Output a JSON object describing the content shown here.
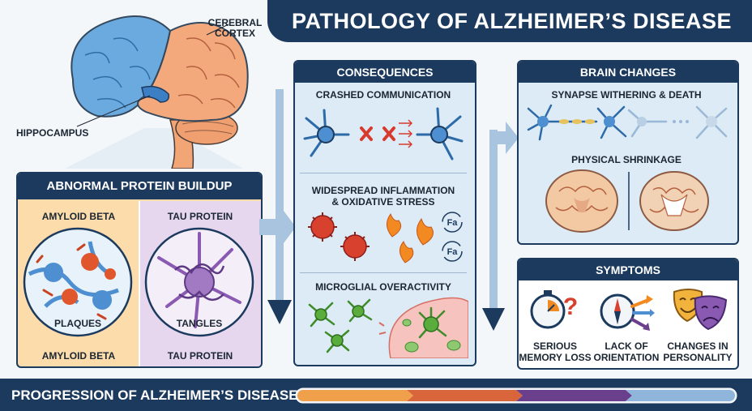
{
  "title": "PATHOLOGY OF ALZHEIMER’S DISEASE",
  "brain_labels": {
    "cortex_line1": "CEREBRAL",
    "cortex_line2": "CORTEX",
    "hippocampus": "HIPPOCAMPUS"
  },
  "protein_panel": {
    "heading": "ABNORMAL PROTEIN BUILDUP",
    "amyloid": {
      "top": "AMYLOID BETA",
      "inner": "PLAQUES",
      "bottom": "AMYLOID BETA"
    },
    "tau": {
      "top": "TAU PROTEIN",
      "inner": "TANGLES",
      "bottom": "TAU PROTEIN"
    }
  },
  "consequences": {
    "heading": "CONSEQUENCES",
    "items": [
      {
        "line1": "CRASHED COMMUNICATION",
        "line2": ""
      },
      {
        "line1": "WIDESPREAD INFLAMMATION",
        "line2": "& OXIDATIVE STRESS"
      },
      {
        "line1": "MICROGLIAL OVERACTIVITY",
        "line2": ""
      }
    ],
    "fa_label": "Fa"
  },
  "brain_changes": {
    "heading": "BRAIN CHANGES",
    "items": [
      "SYNAPSE WITHERING & DEATH",
      "PHYSICAL SHRINKAGE"
    ]
  },
  "symptoms": {
    "heading": "SYMPTOMS",
    "items": [
      {
        "line1": "SERIOUS",
        "line2": "MEMORY LOSS",
        "icon": "stopwatch-question-icon"
      },
      {
        "line1": "LACK OF",
        "line2": "ORIENTATION",
        "icon": "compass-arrows-icon"
      },
      {
        "line1": "CHANGES IN",
        "line2": "PERSONALITY",
        "icon": "theater-masks-icon"
      }
    ]
  },
  "progression": {
    "label": "PROGRESSION OF ALZHEIMER’S DISEASE",
    "segments": [
      {
        "color": "#f0a04b"
      },
      {
        "color": "#d9663a"
      },
      {
        "color": "#6a3f8c"
      },
      {
        "color": "#8fb5da"
      }
    ]
  },
  "colors": {
    "navy": "#1c3a5e",
    "amyloid_bg": "#fbdcaa",
    "tau_bg": "#e6d7ee",
    "panel_bg": "#dcebf5",
    "neuron_blue": "#4d8fd1",
    "microglia_green": "#5aad3c"
  }
}
